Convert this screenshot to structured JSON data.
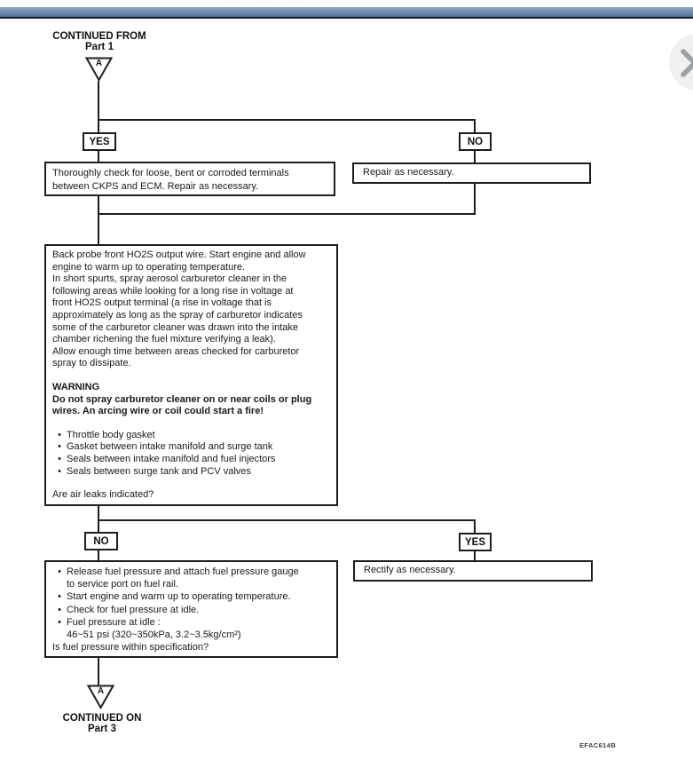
{
  "glyphs": {
    "bullet": "•"
  },
  "nav": {
    "next_icon": "chevron-right"
  },
  "flowchart": {
    "top_connector": {
      "line1": "CONTINUED FROM",
      "line2": "Part 1",
      "symbol": "A"
    },
    "branch1": {
      "yes_label": "YES",
      "no_label": "NO",
      "yes_box_text": "Thoroughly check for loose, bent or corroded terminals\nbetween CKPS and ECM. Repair as necessary.",
      "no_box_text": "Repair as necessary."
    },
    "main_box": {
      "para": "Back probe front HO2S output wire. Start engine and allow\nengine to warm up to operating temperature.\nIn short spurts, spray aerosol carburetor cleaner in the\nfollowing areas while looking for a long rise in voltage at\nfront HO2S output terminal (a rise in voltage that is\napproximately as long as the spray of carburetor indicates\nsome of the carburetor cleaner was drawn into the intake\nchamber richening the fuel mixture verifying a leak).\nAllow enough time between areas checked for carburetor\nspray to dissipate.",
      "warning_title": "WARNING",
      "warning_body": "Do not spray carburetor cleaner on or near coils or plug\nwires. An arcing wire or coil could start a fire!",
      "bullets": [
        "Throttle body gasket",
        "Gasket between intake manifold and surge tank",
        "Seals between intake manifold and fuel injectors",
        "Seals between surge tank and PCV valves"
      ],
      "question": "Are air leaks indicated?"
    },
    "branch2": {
      "no_label": "NO",
      "yes_label": "YES",
      "yes_box_text": "Rectify as necessary."
    },
    "fuel_box": {
      "bullets": [
        "Release fuel pressure and attach fuel pressure gauge\nto service port on fuel rail.",
        "Start engine and warm up to operating temperature.",
        "Check for fuel pressure at idle.",
        "Fuel pressure at idle :\n46~51 psi (320~350kPa, 3.2~3.5kg/cm²)"
      ],
      "question": "Is fuel pressure within specification?"
    },
    "bottom_connector": {
      "line1": "CONTINUED ON",
      "line2": "Part 3",
      "symbol": "A"
    },
    "figure_code": "EFAC614B"
  }
}
